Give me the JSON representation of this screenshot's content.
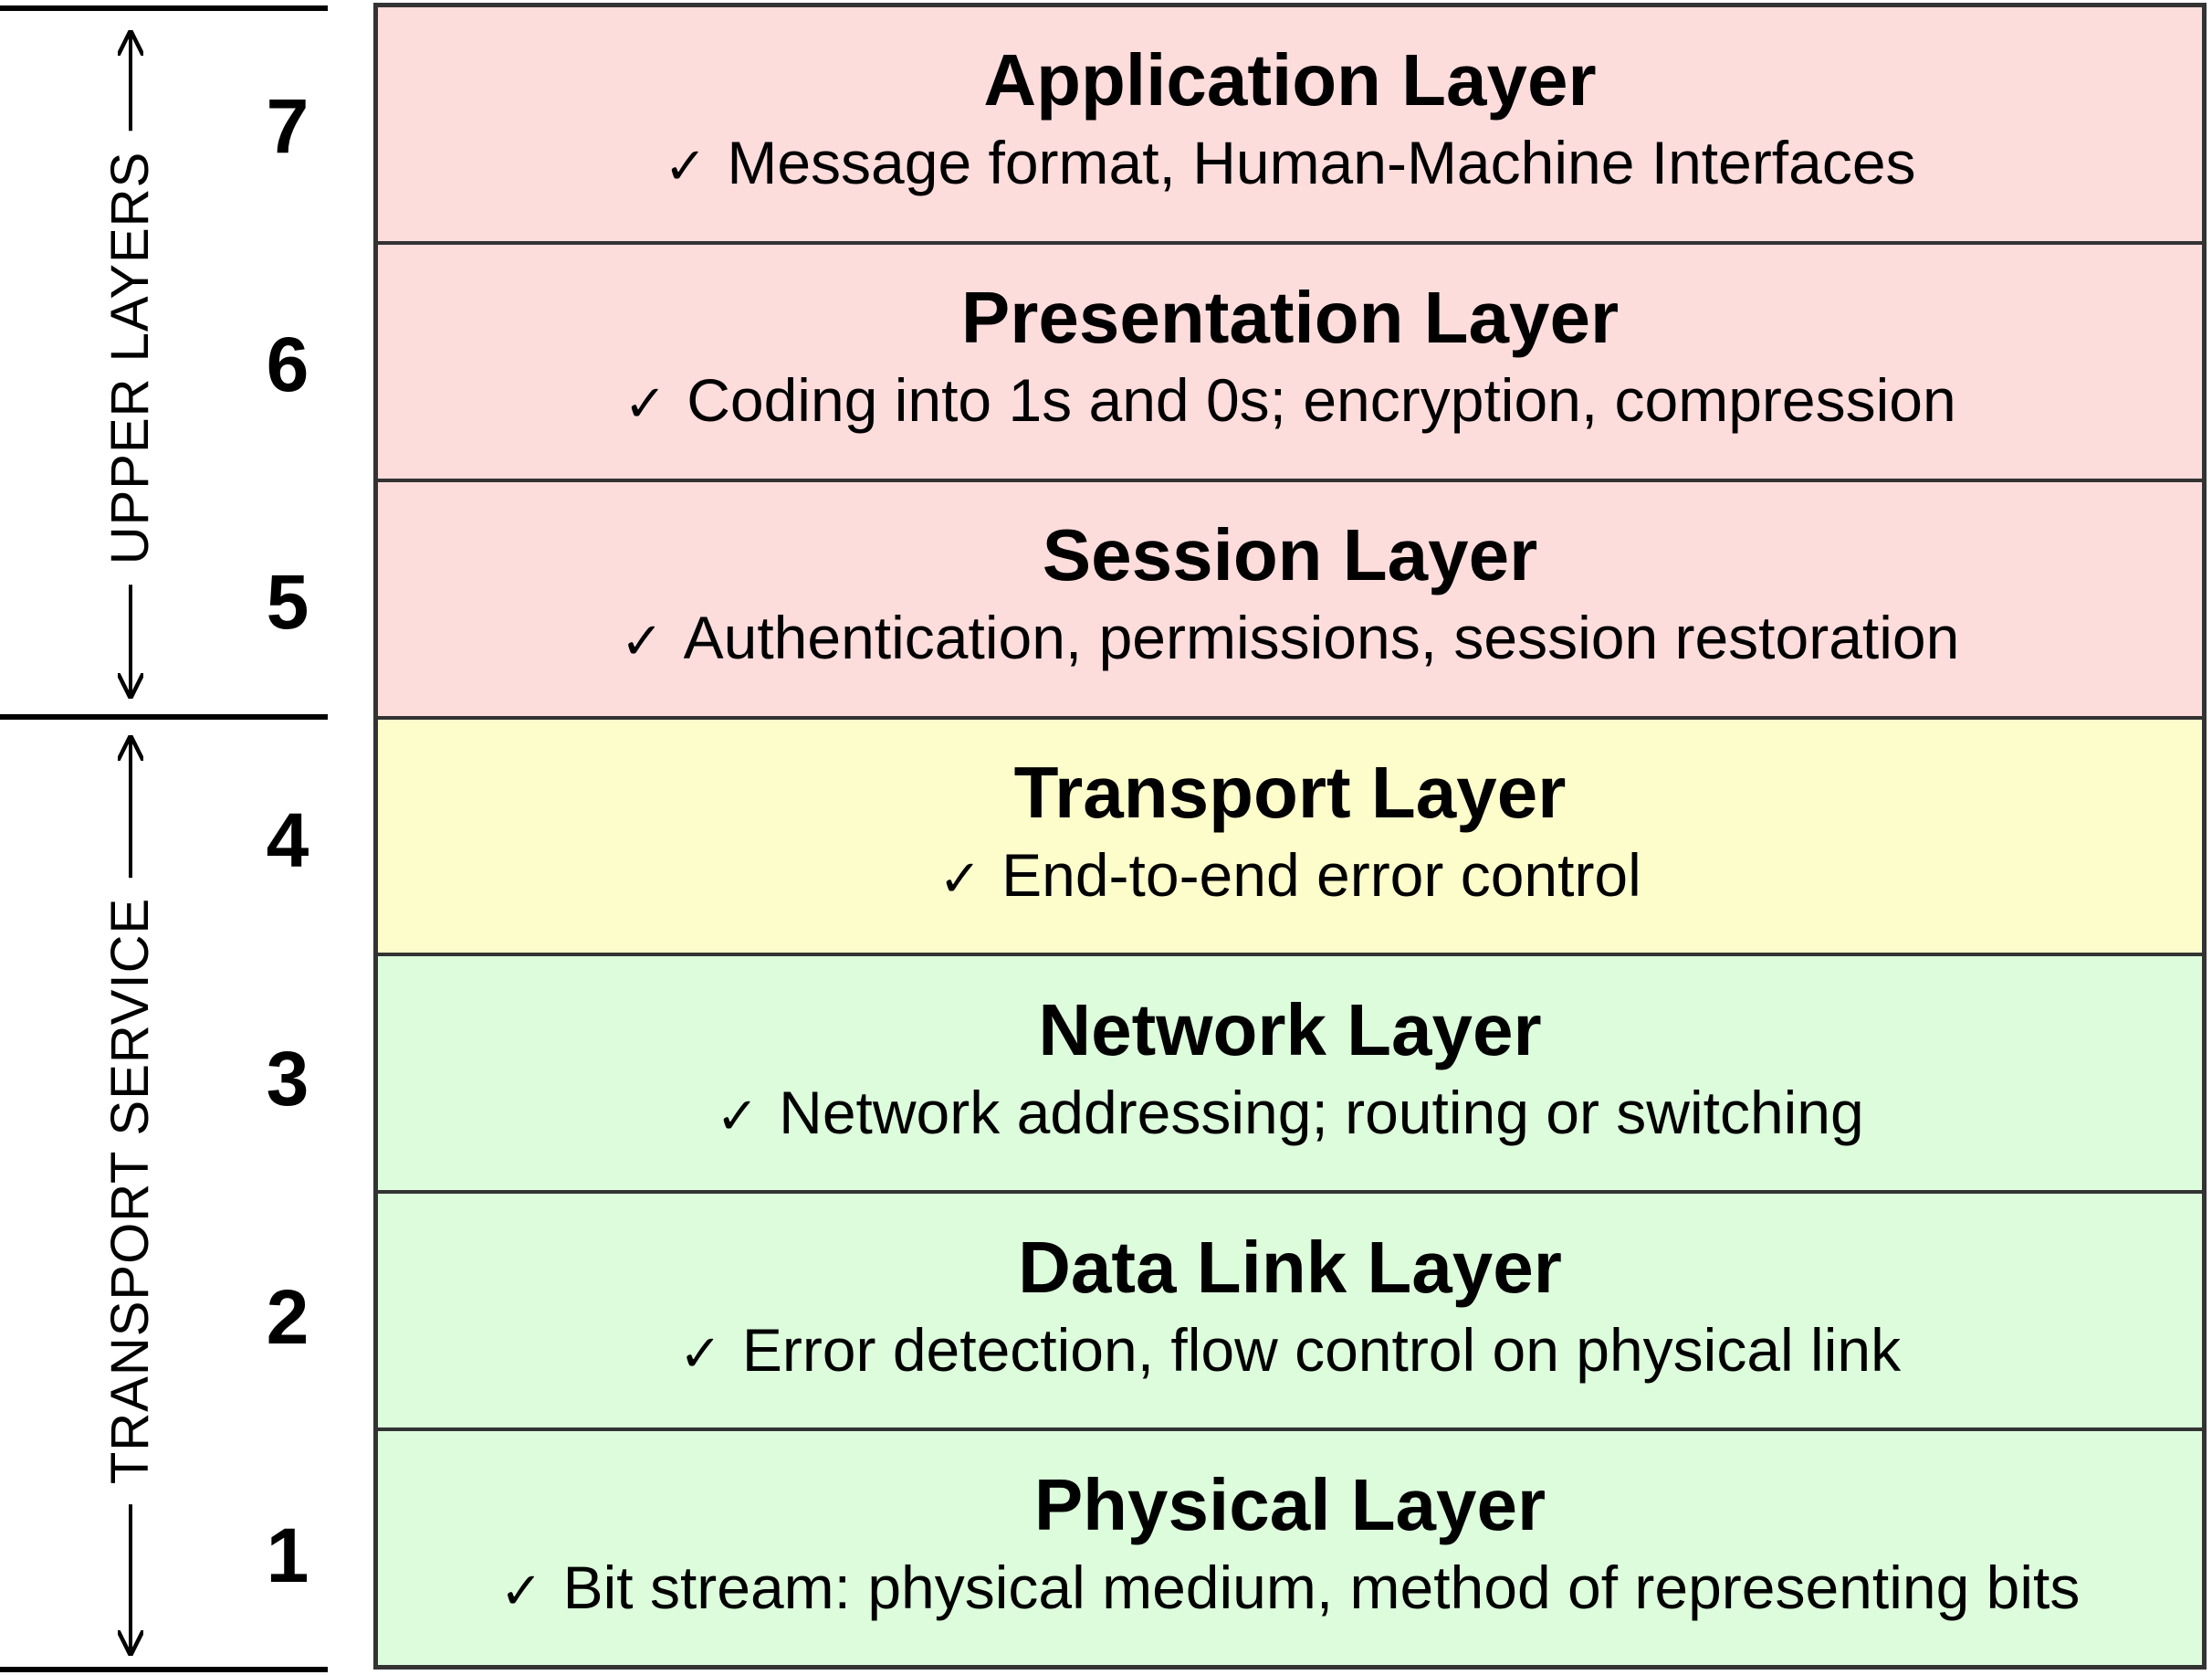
{
  "groups": {
    "upper": {
      "label": "UPPER LAYERS"
    },
    "transport": {
      "label": "TRANSPORT SERVICE"
    }
  },
  "check_glyph": "✓",
  "colors": {
    "upper_fill": "#fddcdc",
    "transport_layer_fill": "#fdfdcc",
    "lower_fill": "#dcfcdc",
    "border": "#333333"
  },
  "layers": [
    {
      "number": "7",
      "name": "Application Layer",
      "description": "Message format, Human-Machine Interfaces"
    },
    {
      "number": "6",
      "name": "Presentation Layer",
      "description": "Coding into 1s and 0s; encryption, compression"
    },
    {
      "number": "5",
      "name": "Session Layer",
      "description": "Authentication, permissions, session restoration"
    },
    {
      "number": "4",
      "name": "Transport Layer",
      "description": "End-to-end error control"
    },
    {
      "number": "3",
      "name": "Network Layer",
      "description": "Network addressing; routing or switching"
    },
    {
      "number": "2",
      "name": "Data Link Layer",
      "description": "Error detection, flow control on physical link"
    },
    {
      "number": "1",
      "name": "Physical Layer",
      "description": "Bit stream: physical medium, method of representing bits"
    }
  ]
}
